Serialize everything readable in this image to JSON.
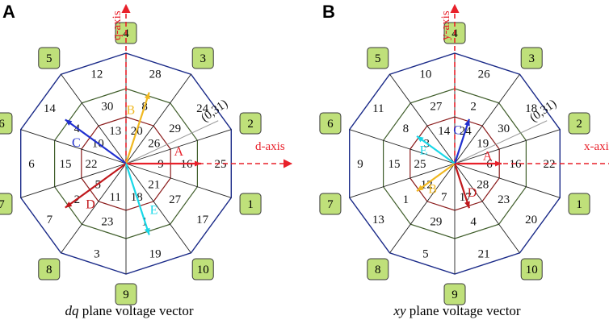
{
  "colors": {
    "outer_ring": "#1a2a88",
    "middle_ring": "#3f5d2a",
    "inner_ring": "#8b1c1c",
    "axis": "#e8202a",
    "badge_fill": "#bfe07a",
    "ref_line": "#9a9a9a",
    "vector_A": "#e8202a",
    "vector_B": "#f0b820",
    "vector_C": "#1f2fcf",
    "vector_D": "#c0181c",
    "vector_E": "#18d8e8"
  },
  "panels": [
    {
      "letter": "A",
      "caption_italic": "dq",
      "caption_rest": " plane voltage vector",
      "horizontal_axis": "d-axis",
      "vertical_axis": "q-axis",
      "ref_label": "(0,31)",
      "outer_labels": [
        "25",
        "24",
        "28",
        "12",
        "14",
        "6",
        "7",
        "3",
        "19",
        "17"
      ],
      "middle_labels": [
        "16",
        "29",
        "8",
        "30",
        "4",
        "15",
        "2",
        "23",
        "1",
        "27"
      ],
      "inner_labels": [
        "9",
        "26",
        "20",
        "13",
        "10",
        "22",
        "5",
        "11",
        "18",
        "21"
      ],
      "sector_labels": [
        "1",
        "2",
        "3",
        "4",
        "5",
        "6",
        "7",
        "8",
        "9",
        "10"
      ],
      "vectors": [
        {
          "name": "A",
          "color_key": "vector_A",
          "angle_deg": 0,
          "ring": "middle"
        },
        {
          "name": "B",
          "color_key": "vector_B",
          "angle_deg": 72,
          "ring": "middle"
        },
        {
          "name": "C",
          "color_key": "vector_C",
          "angle_deg": 144,
          "ring": "middle"
        },
        {
          "name": "D",
          "color_key": "vector_D",
          "angle_deg": 216,
          "ring": "middle"
        },
        {
          "name": "E",
          "color_key": "vector_E",
          "angle_deg": 288,
          "ring": "middle"
        }
      ]
    },
    {
      "letter": "B",
      "caption_italic": "xy",
      "caption_rest": " plane voltage vector",
      "horizontal_axis": "x-axis",
      "vertical_axis": "y-axis",
      "ref_label": "(0,31)",
      "outer_labels": [
        "22",
        "18",
        "26",
        "10",
        "11",
        "9",
        "13",
        "5",
        "21",
        "20"
      ],
      "middle_labels": [
        "16",
        "30",
        "2",
        "27",
        "8",
        "15",
        "1",
        "29",
        "4",
        "23"
      ],
      "inner_labels": [
        "6",
        "19",
        "24",
        "14",
        "3",
        "25",
        "12",
        "7",
        "17",
        "28"
      ],
      "sector_labels": [
        "1",
        "2",
        "3",
        "4",
        "5",
        "6",
        "7",
        "8",
        "9",
        "10"
      ],
      "vectors": [
        {
          "name": "A",
          "color_key": "vector_A",
          "angle_deg": 0,
          "ring": "inner"
        },
        {
          "name": "C",
          "color_key": "vector_C",
          "angle_deg": 72,
          "ring": "inner"
        },
        {
          "name": "E",
          "color_key": "vector_E",
          "angle_deg": 144,
          "ring": "inner"
        },
        {
          "name": "B",
          "color_key": "vector_B",
          "angle_deg": 216,
          "ring": "inner"
        },
        {
          "name": "D",
          "color_key": "vector_D",
          "angle_deg": 288,
          "ring": "inner"
        }
      ]
    }
  ]
}
